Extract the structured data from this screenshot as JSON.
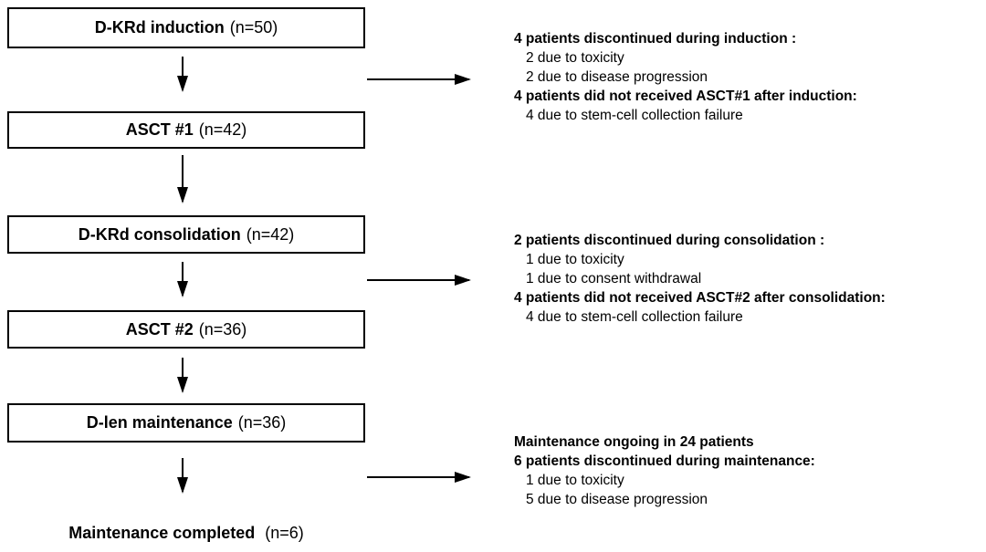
{
  "flow": {
    "boxes": [
      {
        "label": "D-KRd induction",
        "n": "(n=50)"
      },
      {
        "label": "ASCT #1",
        "n": "(n=42)"
      },
      {
        "label": "D-KRd consolidation",
        "n": "(n=42)"
      },
      {
        "label": "ASCT #2",
        "n": "(n=36)"
      },
      {
        "label": "D-len maintenance",
        "n": "(n=36)"
      }
    ],
    "terminal": {
      "label": "Maintenance completed",
      "n": "(n=6)"
    }
  },
  "annotations": [
    {
      "lines": [
        {
          "text": "4 patients discontinued during induction :",
          "bold": true
        },
        {
          "text": "2 due to toxicity",
          "bold": false
        },
        {
          "text": "2 due to disease progression",
          "bold": false
        },
        {
          "text": "4 patients did not received ASCT#1 after induction:",
          "bold": true
        },
        {
          "text": "4 due to stem-cell collection failure",
          "bold": false
        }
      ]
    },
    {
      "lines": [
        {
          "text": "2 patients discontinued during consolidation :",
          "bold": true
        },
        {
          "text": "1 due to toxicity",
          "bold": false
        },
        {
          "text": "1 due to consent withdrawal",
          "bold": false
        },
        {
          "text": "4 patients did not received ASCT#2 after consolidation:",
          "bold": true
        },
        {
          "text": "4 due to stem-cell collection failure",
          "bold": false
        }
      ]
    },
    {
      "lines": [
        {
          "text": "Maintenance ongoing in 24 patients",
          "bold": true
        },
        {
          "text": "6 patients discontinued during maintenance:",
          "bold": true
        },
        {
          "text": "1 due to toxicity",
          "bold": false
        },
        {
          "text": "5 due to disease progression",
          "bold": false
        }
      ]
    }
  ],
  "colors": {
    "background": "#ffffff",
    "text": "#000000",
    "box_border": "#000000",
    "arrow": "#000000"
  }
}
